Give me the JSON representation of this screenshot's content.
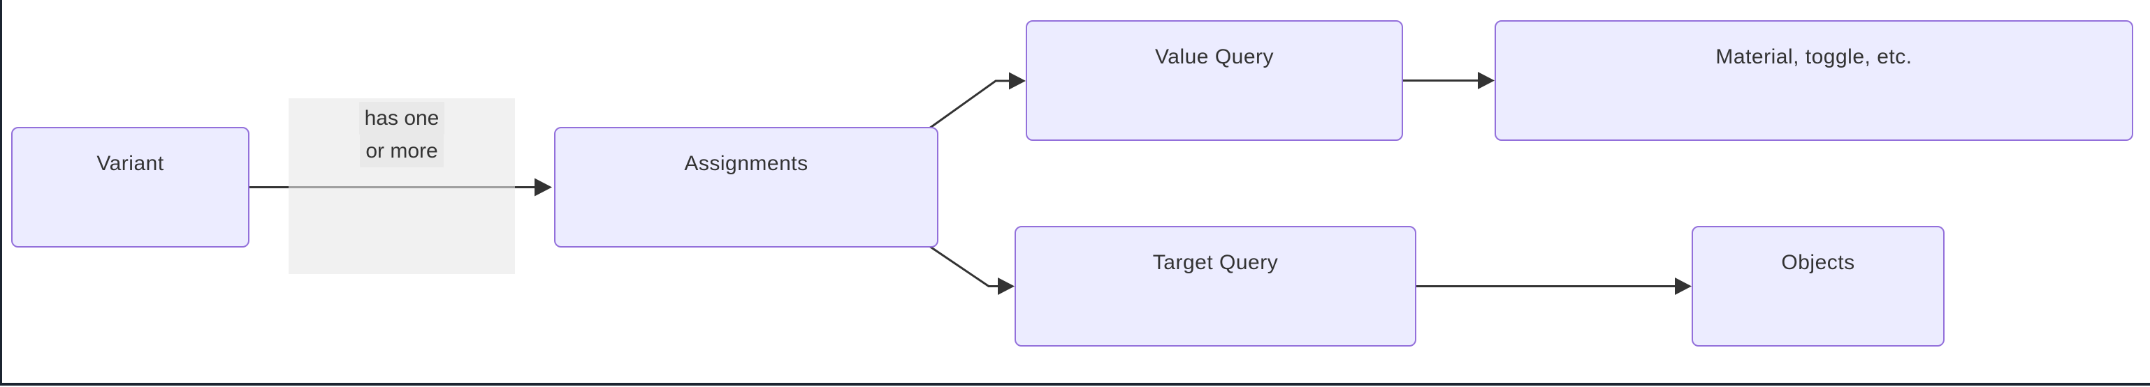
{
  "diagram": {
    "type": "flowchart-LR",
    "nodes": [
      {
        "id": "variant",
        "label": "Variant"
      },
      {
        "id": "assignments",
        "label": "Assignments"
      },
      {
        "id": "value-query",
        "label": "Value Query"
      },
      {
        "id": "material",
        "label": "Material, toggle, etc."
      },
      {
        "id": "target-query",
        "label": "Target Query"
      },
      {
        "id": "objects",
        "label": "Objects"
      }
    ],
    "edges": [
      {
        "from": "Variant",
        "to": "Assignments",
        "label": "has one or more",
        "label_line1": "has one",
        "label_line2": "or more"
      },
      {
        "from": "Assignments",
        "to": "Value Query",
        "label": ""
      },
      {
        "from": "Assignments",
        "to": "Target Query",
        "label": ""
      },
      {
        "from": "Value Query",
        "to": "Material, toggle, etc.",
        "label": ""
      },
      {
        "from": "Target Query",
        "to": "Objects",
        "label": ""
      }
    ],
    "colors": {
      "node_fill": "#ECECFF",
      "node_border": "#9370DB",
      "edge": "#333333",
      "edge_label_bg": "#e8e8e8",
      "text": "#333333",
      "frame_border": "#1b2430"
    }
  }
}
